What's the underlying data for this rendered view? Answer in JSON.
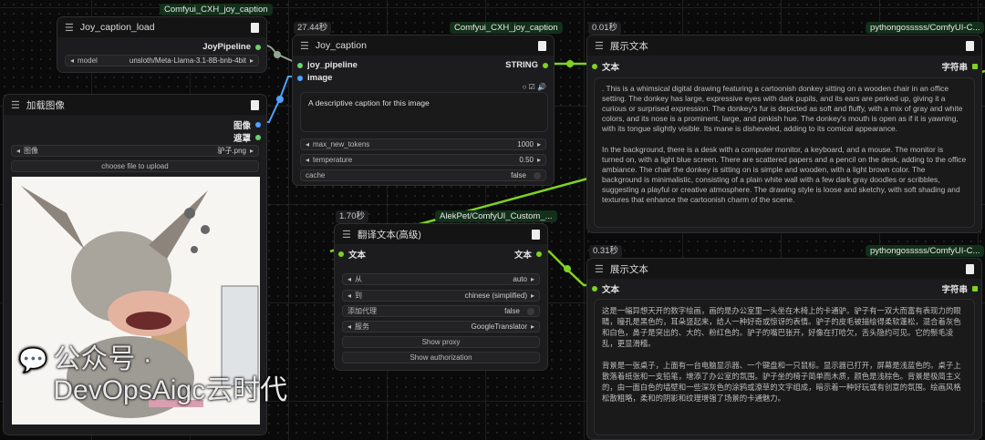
{
  "nodes": {
    "joy_load": {
      "badge": "Comfyui_CXH_joy_caption",
      "title": "Joy_caption_load",
      "output": "JoyPipeline",
      "model_label": "model",
      "model_value": "unsloth/Meta-Llama-3.1-8B-bnb-4bit"
    },
    "load_image": {
      "title": "加载图像",
      "outputs": [
        "图像",
        "遮罩"
      ],
      "image_label": "图像",
      "image_value": "驴子.png",
      "upload_label": "choose file to upload"
    },
    "joy_caption": {
      "timer": "27.44秒",
      "badge": "Comfyui_CXH_joy_caption",
      "title": "Joy_caption",
      "inputs": [
        "joy_pipeline",
        "image"
      ],
      "output": "STRING",
      "prompt": "A descriptive caption for this image",
      "max_new_tokens_label": "max_new_tokens",
      "max_new_tokens": "1000",
      "temperature_label": "temperature",
      "temperature": "0.50",
      "cache_label": "cache",
      "cache": "false"
    },
    "show_text_1": {
      "timer": "0.01秒",
      "badge": "pythongosssss/ComfyUI-C...",
      "title": "展示文本",
      "input": "文本",
      "output": "字符串",
      "text": ". This is a whimsical digital drawing featuring a cartoonish donkey sitting on a wooden chair in an office setting. The donkey has large, expressive eyes with dark pupils, and its ears are perked up, giving it a curious or surprised expression. The donkey's fur is depicted as soft and fluffy, with a mix of gray and white colors, and its nose is a prominent, large, and pinkish hue. The donkey's mouth is open as if it is yawning, with its tongue slightly visible. Its mane is disheveled, adding to its comical appearance.\n\nIn the background, there is a desk with a computer monitor, a keyboard, and a mouse. The monitor is turned on, with a light blue screen. There are scattered papers and a pencil on the desk, adding to the office ambiance. The chair the donkey is sitting on is simple and wooden, with a light brown color. The background is minimalistic, consisting of a plain white wall with a few dark gray doodles or scribbles, suggesting a playful or creative atmosphere. The drawing style is loose and sketchy, with soft shading and textures that enhance the cartoonish charm of the scene."
    },
    "translate": {
      "timer": "1.70秒",
      "badge": "AlekPet/ComfyUI_Custom_...",
      "title": "翻译文本(高级)",
      "input": "文本",
      "output": "文本",
      "from_label": "从",
      "from_value": "auto",
      "to_label": "到",
      "to_value": "chinese (simplified)",
      "proxy_label": "添加代理",
      "proxy_value": "false",
      "service_label": "服务",
      "service_value": "GoogleTranslator",
      "show_proxy": "Show proxy",
      "show_auth": "Show authorization"
    },
    "show_text_2": {
      "timer": "0.31秒",
      "badge": "pythongosssss/ComfyUI-C...",
      "title": "展示文本",
      "input": "文本",
      "output": "字符串",
      "text": "这是一幅异想天开的数字绘画，画的是办公室里一头坐在木椅上的卡通驴。驴子有一双大而富有表现力的眼睛，瞳孔是黑色的，耳朵竖起来，给人一种好奇或惊讶的表情。驴子的皮毛被描绘得柔软蓬松，混合着灰色和白色，鼻子是突出的、大的、粉红色的。驴子的嘴巴张开，好像在打哈欠，舌头隐约可见。它的鬃毛凌乱，更显滑稽。\n\n背景是一张桌子，上面有一台电脑显示器、一个键盘和一只鼠标。显示器已打开，屏幕是浅蓝色的。桌子上散落着纸张和一支铅笔，增添了办公室的氛围。驴子坐的椅子简单而木质，颜色是浅棕色。背景是极简主义的，由一面白色的墙壁和一些深灰色的涂鸦或潦草的文字组成，暗示着一种好玩或有创意的氛围。绘画风格松散粗略，柔和的阴影和纹理增强了场景的卡通魅力。"
    }
  },
  "watermark": "公众号 · DevOpsAigc云时代",
  "colors": {
    "string_link": "#7ed321",
    "image_link": "#4da3ff",
    "pipeline_link": "#8fa88f"
  }
}
